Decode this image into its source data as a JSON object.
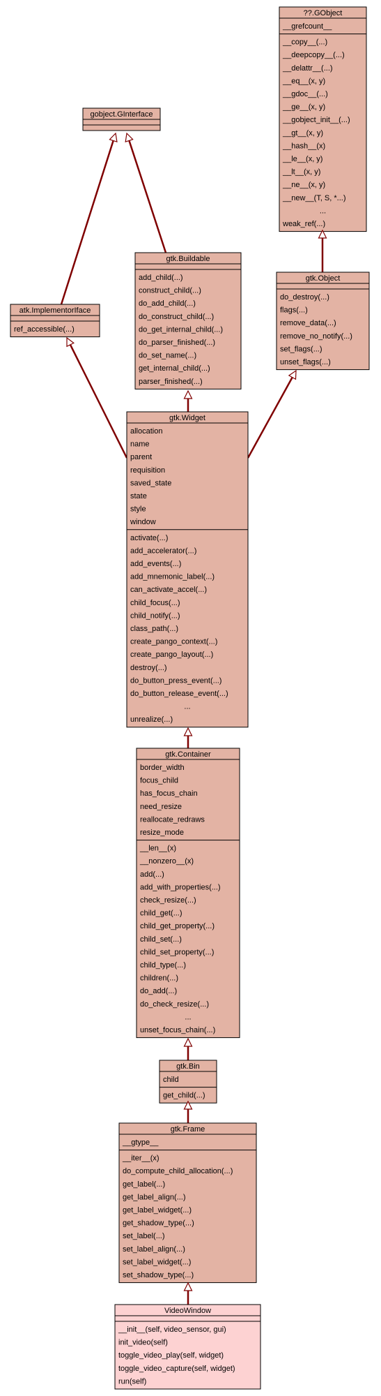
{
  "colors": {
    "box_fill": "#e3b3a4",
    "highlight_fill": "#fdd2d2",
    "border": "#000000",
    "edge": "#7f0000"
  },
  "classes": [
    {
      "id": "gobject-ginterface",
      "name": "gobject.GInterface",
      "attributes": [],
      "methods": []
    },
    {
      "id": "gobject",
      "name": "??.GObject",
      "attributes": [
        "__grefcount__"
      ],
      "methods": [
        "__copy__(...)",
        "__deepcopy__(...)",
        "__delattr__(...)",
        "__eq__(x, y)",
        "__gdoc__(...)",
        "__ge__(x, y)",
        "__gobject_init__(...)",
        "__gt__(x, y)",
        "__hash__(x)",
        "__le__(x, y)",
        "__lt__(x, y)",
        "__ne__(x, y)",
        "__new__(T, S, *...)",
        "...",
        "weak_ref(...)"
      ]
    },
    {
      "id": "atk-implementoriface",
      "name": "atk.ImplementorIface",
      "attributes": [],
      "methods": [
        "ref_accessible(...)"
      ]
    },
    {
      "id": "gtk-buildable",
      "name": "gtk.Buildable",
      "attributes": [],
      "methods": [
        "add_child(...)",
        "construct_child(...)",
        "do_add_child(...)",
        "do_construct_child(...)",
        "do_get_internal_child(...)",
        "do_parser_finished(...)",
        "do_set_name(...)",
        "get_internal_child(...)",
        "parser_finished(...)"
      ]
    },
    {
      "id": "gtk-object",
      "name": "gtk.Object",
      "attributes": [],
      "methods": [
        "do_destroy(...)",
        "flags(...)",
        "remove_data(...)",
        "remove_no_notify(...)",
        "set_flags(...)",
        "unset_flags(...)"
      ]
    },
    {
      "id": "gtk-widget",
      "name": "gtk.Widget",
      "attributes": [
        "allocation",
        "name",
        "parent",
        "requisition",
        "saved_state",
        "state",
        "style",
        "window"
      ],
      "methods": [
        "activate(...)",
        "add_accelerator(...)",
        "add_events(...)",
        "add_mnemonic_label(...)",
        "can_activate_accel(...)",
        "child_focus(...)",
        "child_notify(...)",
        "class_path(...)",
        "create_pango_context(...)",
        "create_pango_layout(...)",
        "destroy(...)",
        "do_button_press_event(...)",
        "do_button_release_event(...)",
        "...",
        "unrealize(...)"
      ]
    },
    {
      "id": "gtk-container",
      "name": "gtk.Container",
      "attributes": [
        "border_width",
        "focus_child",
        "has_focus_chain",
        "need_resize",
        "reallocate_redraws",
        "resize_mode"
      ],
      "methods": [
        "__len__(x)",
        "__nonzero__(x)",
        "add(...)",
        "add_with_properties(...)",
        "check_resize(...)",
        "child_get(...)",
        "child_get_property(...)",
        "child_set(...)",
        "child_set_property(...)",
        "child_type(...)",
        "children(...)",
        "do_add(...)",
        "do_check_resize(...)",
        "...",
        "unset_focus_chain(...)"
      ]
    },
    {
      "id": "gtk-bin",
      "name": "gtk.Bin",
      "attributes": [
        "child"
      ],
      "methods": [
        "get_child(...)"
      ]
    },
    {
      "id": "gtk-frame",
      "name": "gtk.Frame",
      "attributes": [
        "__gtype__"
      ],
      "methods": [
        "__iter__(x)",
        "do_compute_child_allocation(...)",
        "get_label(...)",
        "get_label_align(...)",
        "get_label_widget(...)",
        "get_shadow_type(...)",
        "set_label(...)",
        "set_label_align(...)",
        "set_label_widget(...)",
        "set_shadow_type(...)"
      ]
    },
    {
      "id": "videowindow",
      "name": "VideoWindow",
      "highlight": true,
      "attributes": [],
      "methods": [
        "__init__(self, video_sensor, gui)",
        "init_video(self)",
        "toggle_video_play(self, widget)",
        "toggle_video_capture(self, widget)",
        "run(self)"
      ]
    }
  ],
  "inheritance": [
    {
      "child": "atk-implementoriface",
      "parent": "gobject-ginterface"
    },
    {
      "child": "gtk-buildable",
      "parent": "gobject-ginterface"
    },
    {
      "child": "gtk-object",
      "parent": "gobject"
    },
    {
      "child": "gtk-widget",
      "parent": "atk-implementoriface"
    },
    {
      "child": "gtk-widget",
      "parent": "gtk-buildable"
    },
    {
      "child": "gtk-widget",
      "parent": "gtk-object"
    },
    {
      "child": "gtk-container",
      "parent": "gtk-widget"
    },
    {
      "child": "gtk-bin",
      "parent": "gtk-container"
    },
    {
      "child": "gtk-frame",
      "parent": "gtk-bin"
    },
    {
      "child": "videowindow",
      "parent": "gtk-frame"
    }
  ]
}
